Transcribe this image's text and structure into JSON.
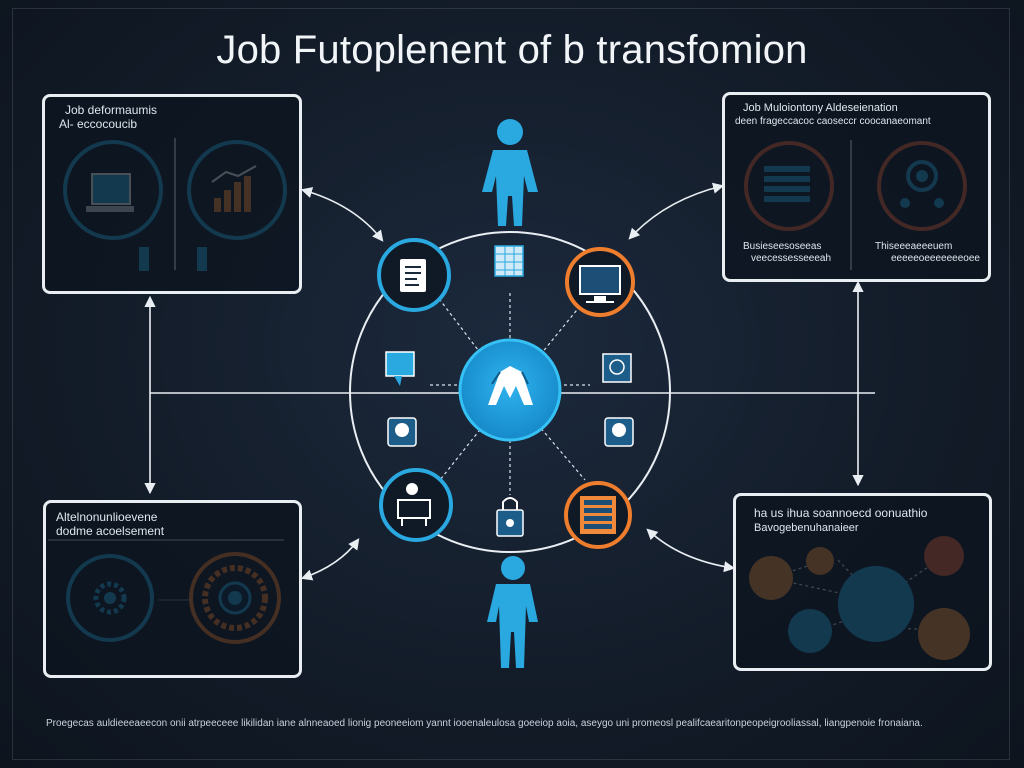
{
  "title": "Job Futoplenent of b transfomion",
  "panels": {
    "top_left": {
      "line1": "Job deformaumis",
      "line2": "Al- eccocoucib"
    },
    "top_right": {
      "line1": "Job  Muloiontony Aldeseienation",
      "line2": "deen  frageccacoc  caoseccr  coocanaeomant",
      "caption_left_1": "Busieseesoseeas",
      "caption_left_2": "veecessesseeeah",
      "caption_right_1": "Thiseeeaeeeuem",
      "caption_right_2": "eeeeeoeeeeeeeoee"
    },
    "bottom_left": {
      "line1": "Altelnonunlioevene",
      "line2": "dodme  acoelsement"
    },
    "bottom_right": {
      "line1": "ha us  ihua  soannoecd oonuathio",
      "line2": "Bavogebenuhanaieer"
    }
  },
  "footer": "Proegecas auldieeeaeecon onii atrpeeceee likilidan iane alnneaoed lionig peoneeiom yannt iooenaleulosa goeeiop aoia, aseygo uni promeosl pealifcaearitonpeopeigrooliassal, liangpenoie fronaiana."
}
